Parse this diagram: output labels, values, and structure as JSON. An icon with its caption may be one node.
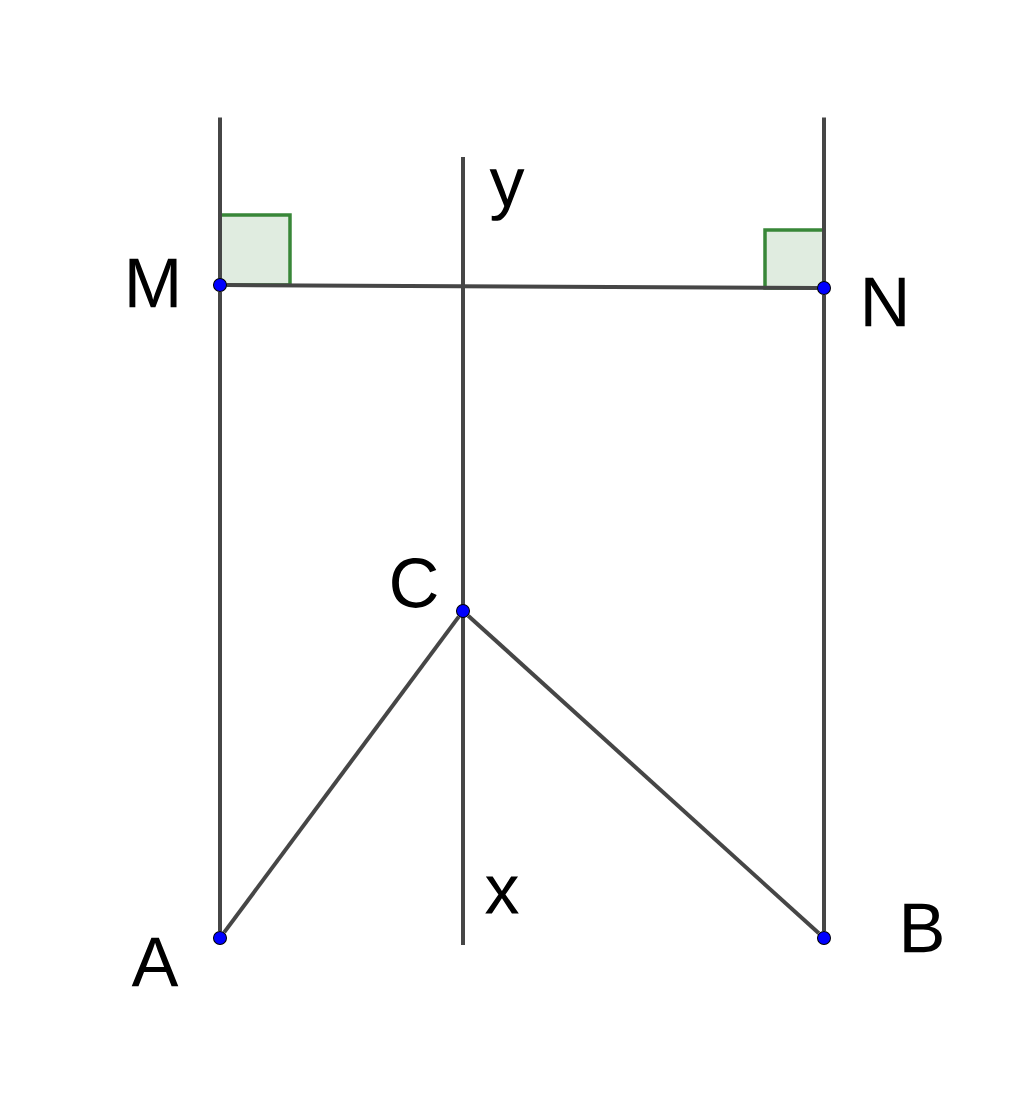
{
  "diagram": {
    "nodes": [
      {
        "text": [
          "M"
        ]
      },
      {
        "text": [
          "N"
        ]
      },
      {
        "text": [
          "C"
        ]
      },
      {
        "text": [
          "A"
        ]
      },
      {
        "text": [
          "B"
        ]
      }
    ],
    "edges": [
      {
        "from": 0,
        "to": 1,
        "arrow": "none"
      },
      {
        "from": 3,
        "to": 0,
        "arrow": "none"
      },
      {
        "from": 4,
        "to": 1,
        "arrow": "none"
      },
      {
        "from": 2,
        "to": 3,
        "arrow": "none"
      },
      {
        "from": 2,
        "to": 4,
        "arrow": "none"
      }
    ],
    "labels": [
      "y",
      "x"
    ]
  }
}
